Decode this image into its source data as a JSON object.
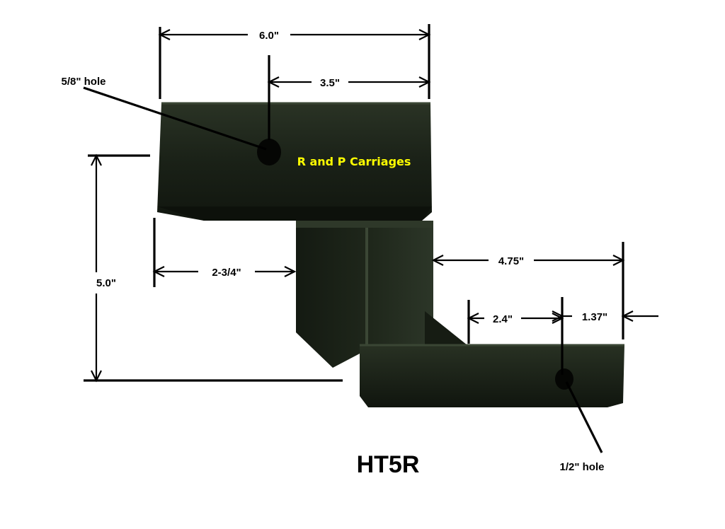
{
  "diagram": {
    "product_code": "HT5R",
    "carriage_label": "R and P Carriages",
    "hole_large_label": "5/8\" hole",
    "hole_small_label": "1/2\" hole",
    "dimensions": {
      "overall_width": "6.0\"",
      "hole_offset": "3.5\"",
      "height": "5.0\"",
      "drop_offset": "2-3/4\"",
      "lower_length": "4.75\"",
      "small_hole_offset": "2.4\"",
      "end_offset": "1.37\""
    },
    "colors": {
      "body": "#1c2418",
      "label_accent": "#ffff00",
      "lines": "#000000"
    }
  }
}
